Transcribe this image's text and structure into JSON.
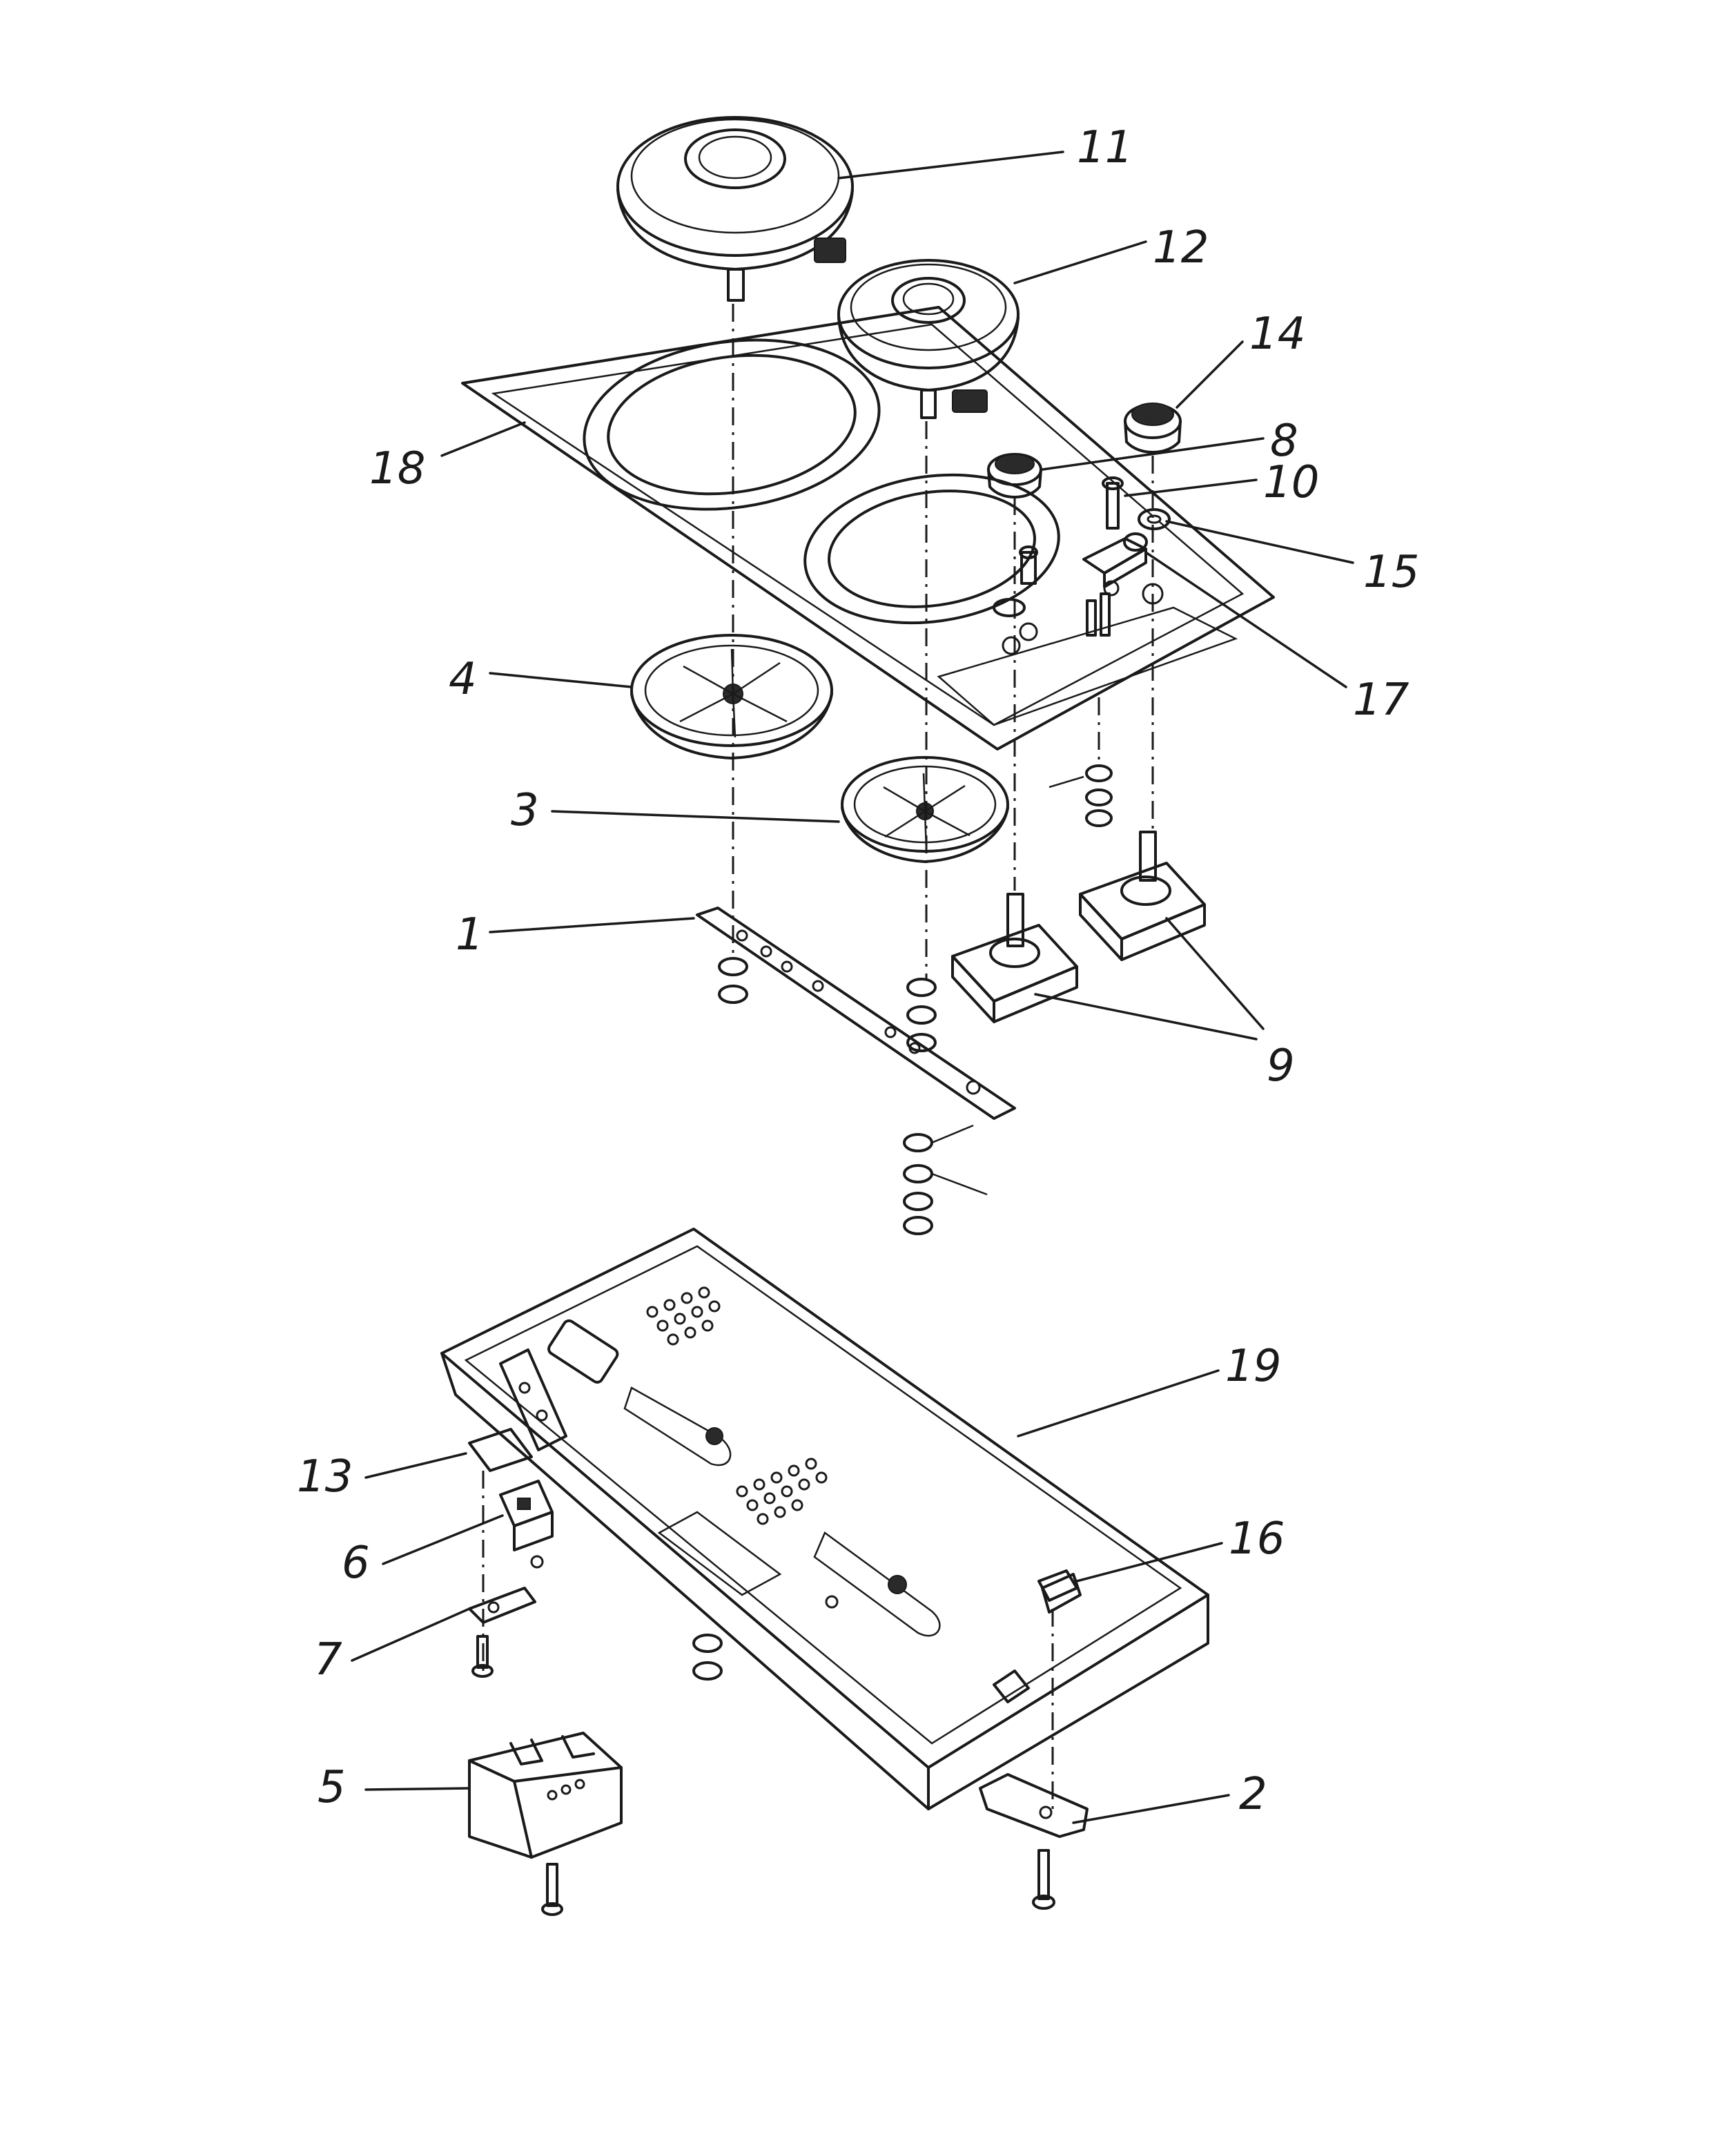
{
  "diagram": {
    "callouts": [
      {
        "key": "11",
        "label": "11"
      },
      {
        "key": "12",
        "label": "12"
      },
      {
        "key": "14",
        "label": "14"
      },
      {
        "key": "8",
        "label": "8"
      },
      {
        "key": "10",
        "label": "10"
      },
      {
        "key": "15",
        "label": "15"
      },
      {
        "key": "17",
        "label": "17"
      },
      {
        "key": "18",
        "label": "18"
      },
      {
        "key": "4",
        "label": "4"
      },
      {
        "key": "3",
        "label": "3"
      },
      {
        "key": "1",
        "label": "1"
      },
      {
        "key": "9",
        "label": "9"
      },
      {
        "key": "19",
        "label": "19"
      },
      {
        "key": "13",
        "label": "13"
      },
      {
        "key": "16",
        "label": "16"
      },
      {
        "key": "6",
        "label": "6"
      },
      {
        "key": "7",
        "label": "7"
      },
      {
        "key": "5",
        "label": "5"
      },
      {
        "key": "2",
        "label": "2"
      }
    ]
  }
}
